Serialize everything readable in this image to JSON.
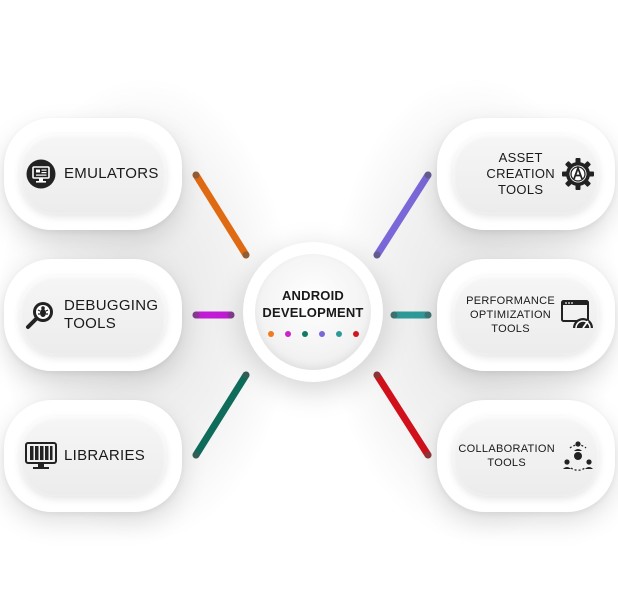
{
  "center": {
    "line1": "ANDROID",
    "line2": "DEVELOPMENT"
  },
  "nodes": {
    "emulators": {
      "label": "EMULATORS",
      "icon": "emulator-screen-icon"
    },
    "debugging": {
      "line1": "DEBUGGING",
      "line2": "TOOLS",
      "icon": "bug-magnifier-icon"
    },
    "libraries": {
      "label": "LIBRARIES",
      "icon": "library-books-icon"
    },
    "asset_creation": {
      "line1": "ASSET",
      "line2": "CREATION",
      "line3": "TOOLS",
      "icon": "android-gear-icon"
    },
    "performance": {
      "line1": "PERFORMANCE",
      "line2": "OPTIMIZATION",
      "line3": "TOOLS",
      "icon": "speedometer-browser-icon"
    },
    "collaboration": {
      "line1": "COLLABORATION",
      "line2": "TOOLS",
      "icon": "team-network-icon"
    }
  },
  "colors": {
    "emulators": "#e06a12",
    "debugging": "#c21bd6",
    "libraries": "#0f6b5a",
    "asset_creation": "#7a67d8",
    "performance": "#2e9a98",
    "collaboration": "#d0111b",
    "dots": [
      "#f07a1e",
      "#cc22cc",
      "#117a63",
      "#7a67d8",
      "#2e9a98",
      "#d41520"
    ]
  }
}
